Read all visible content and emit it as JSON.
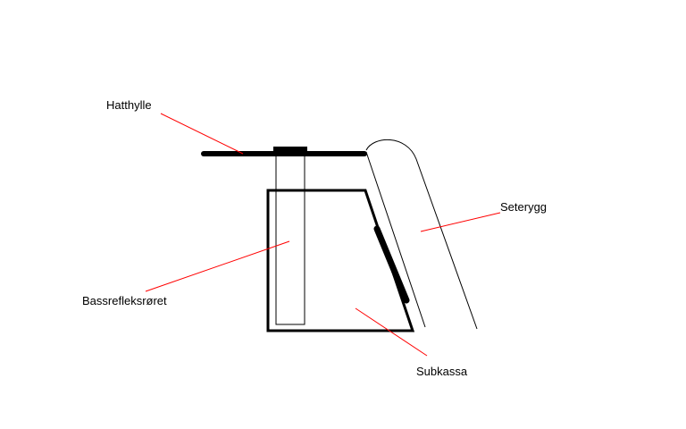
{
  "colors": {
    "background": "#ffffff",
    "drawing": "#000000",
    "leader_lines": "#ff0000"
  },
  "labels": {
    "hat_shelf": "Hatthylle",
    "seat_back": "Seterygg",
    "bass_reflex_port": "Bassrefleksrøret",
    "sub_box": "Subkassa"
  }
}
